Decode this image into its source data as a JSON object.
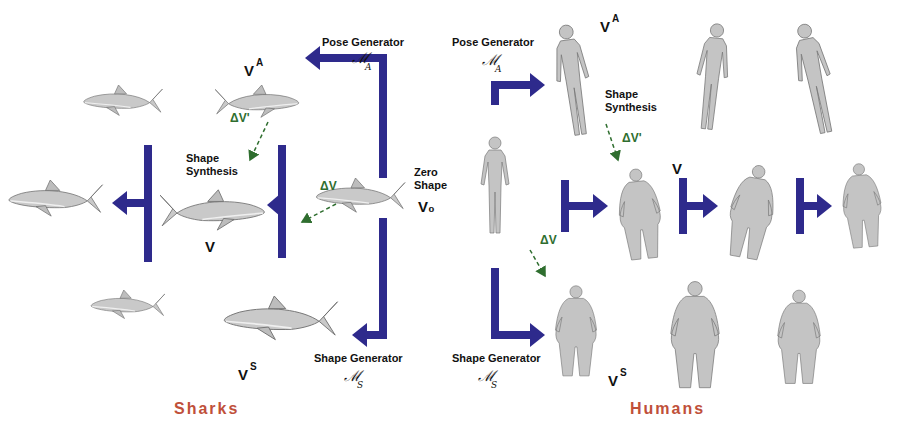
{
  "diagram": {
    "labels": [
      "V",
      "A",
      "Pose Generator",
      "ℳ",
      "A",
      "ΔV'",
      "Shape Synthesis",
      "V",
      "Zero Shape",
      "V₀",
      "ΔV",
      "V",
      "S",
      "Shape Generator",
      "ℳ",
      "S",
      "Sharks",
      "Pose Generator",
      "ℳ",
      "A",
      "V",
      "A",
      "Shape Synthesis",
      "ΔV'",
      "V",
      "ΔV",
      "Shape Generator",
      "ℳ",
      "S",
      "V",
      "S",
      "Humans"
    ]
  }
}
